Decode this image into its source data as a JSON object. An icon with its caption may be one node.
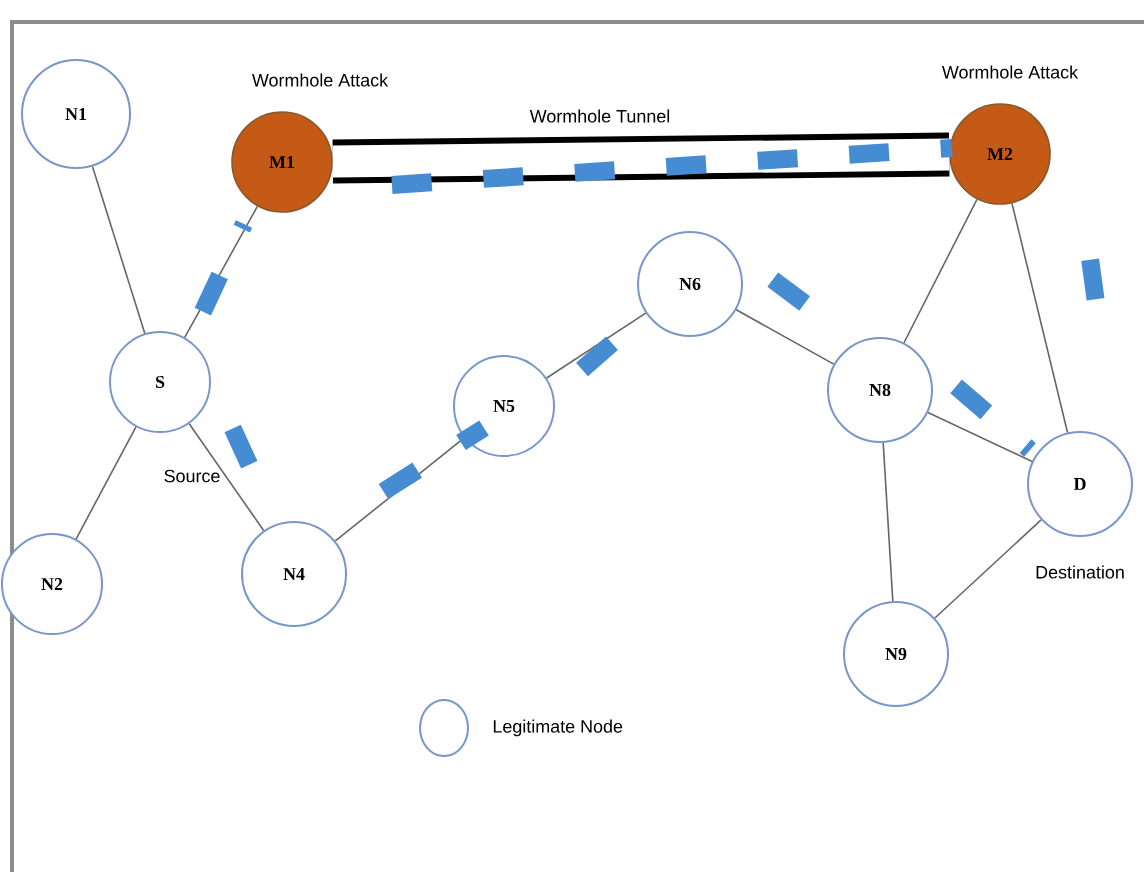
{
  "diagram": {
    "nodes": [
      {
        "text": [
          "N1"
        ]
      },
      {
        "text": [
          "M1"
        ],
        "beside": [
          "Wormhole Attack"
        ]
      },
      {
        "text": [
          "M2"
        ],
        "beside": [
          "Wormhole Attack"
        ]
      },
      {
        "text": [
          "S"
        ],
        "beside": [
          "Source"
        ]
      },
      {
        "text": [
          "N2"
        ]
      },
      {
        "text": [
          "N4"
        ]
      },
      {
        "text": [
          "N5"
        ]
      },
      {
        "text": [
          "N6"
        ]
      },
      {
        "text": [
          "N8"
        ]
      },
      {
        "text": [
          "D"
        ],
        "beside": [
          "Destination"
        ]
      },
      {
        "text": [
          "N9"
        ]
      }
    ],
    "edges": [
      {
        "from": 1,
        "to": 2,
        "arrow": "none",
        "label": "Wormhole Tunnel",
        "style": "thick",
        "color": "#000000"
      },
      {
        "from": 0,
        "to": 3,
        "arrow": "none"
      },
      {
        "from": 3,
        "to": 1,
        "arrow": "none"
      },
      {
        "from": 3,
        "to": 4,
        "arrow": "none"
      },
      {
        "from": 3,
        "to": 5,
        "arrow": "none"
      },
      {
        "from": 5,
        "to": 6,
        "arrow": "none"
      },
      {
        "from": 6,
        "to": 7,
        "arrow": "none"
      },
      {
        "from": 7,
        "to": 8,
        "arrow": "none"
      },
      {
        "from": 8,
        "to": 2,
        "arrow": "none"
      },
      {
        "from": 2,
        "to": 9,
        "arrow": "none"
      },
      {
        "from": 8,
        "to": 9,
        "arrow": "none"
      },
      {
        "from": 8,
        "to": 10,
        "arrow": "none"
      },
      {
        "from": 10,
        "to": 9,
        "arrow": "none"
      }
    ],
    "legend": [
      {
        "text": "Legitimate Node"
      }
    ]
  }
}
